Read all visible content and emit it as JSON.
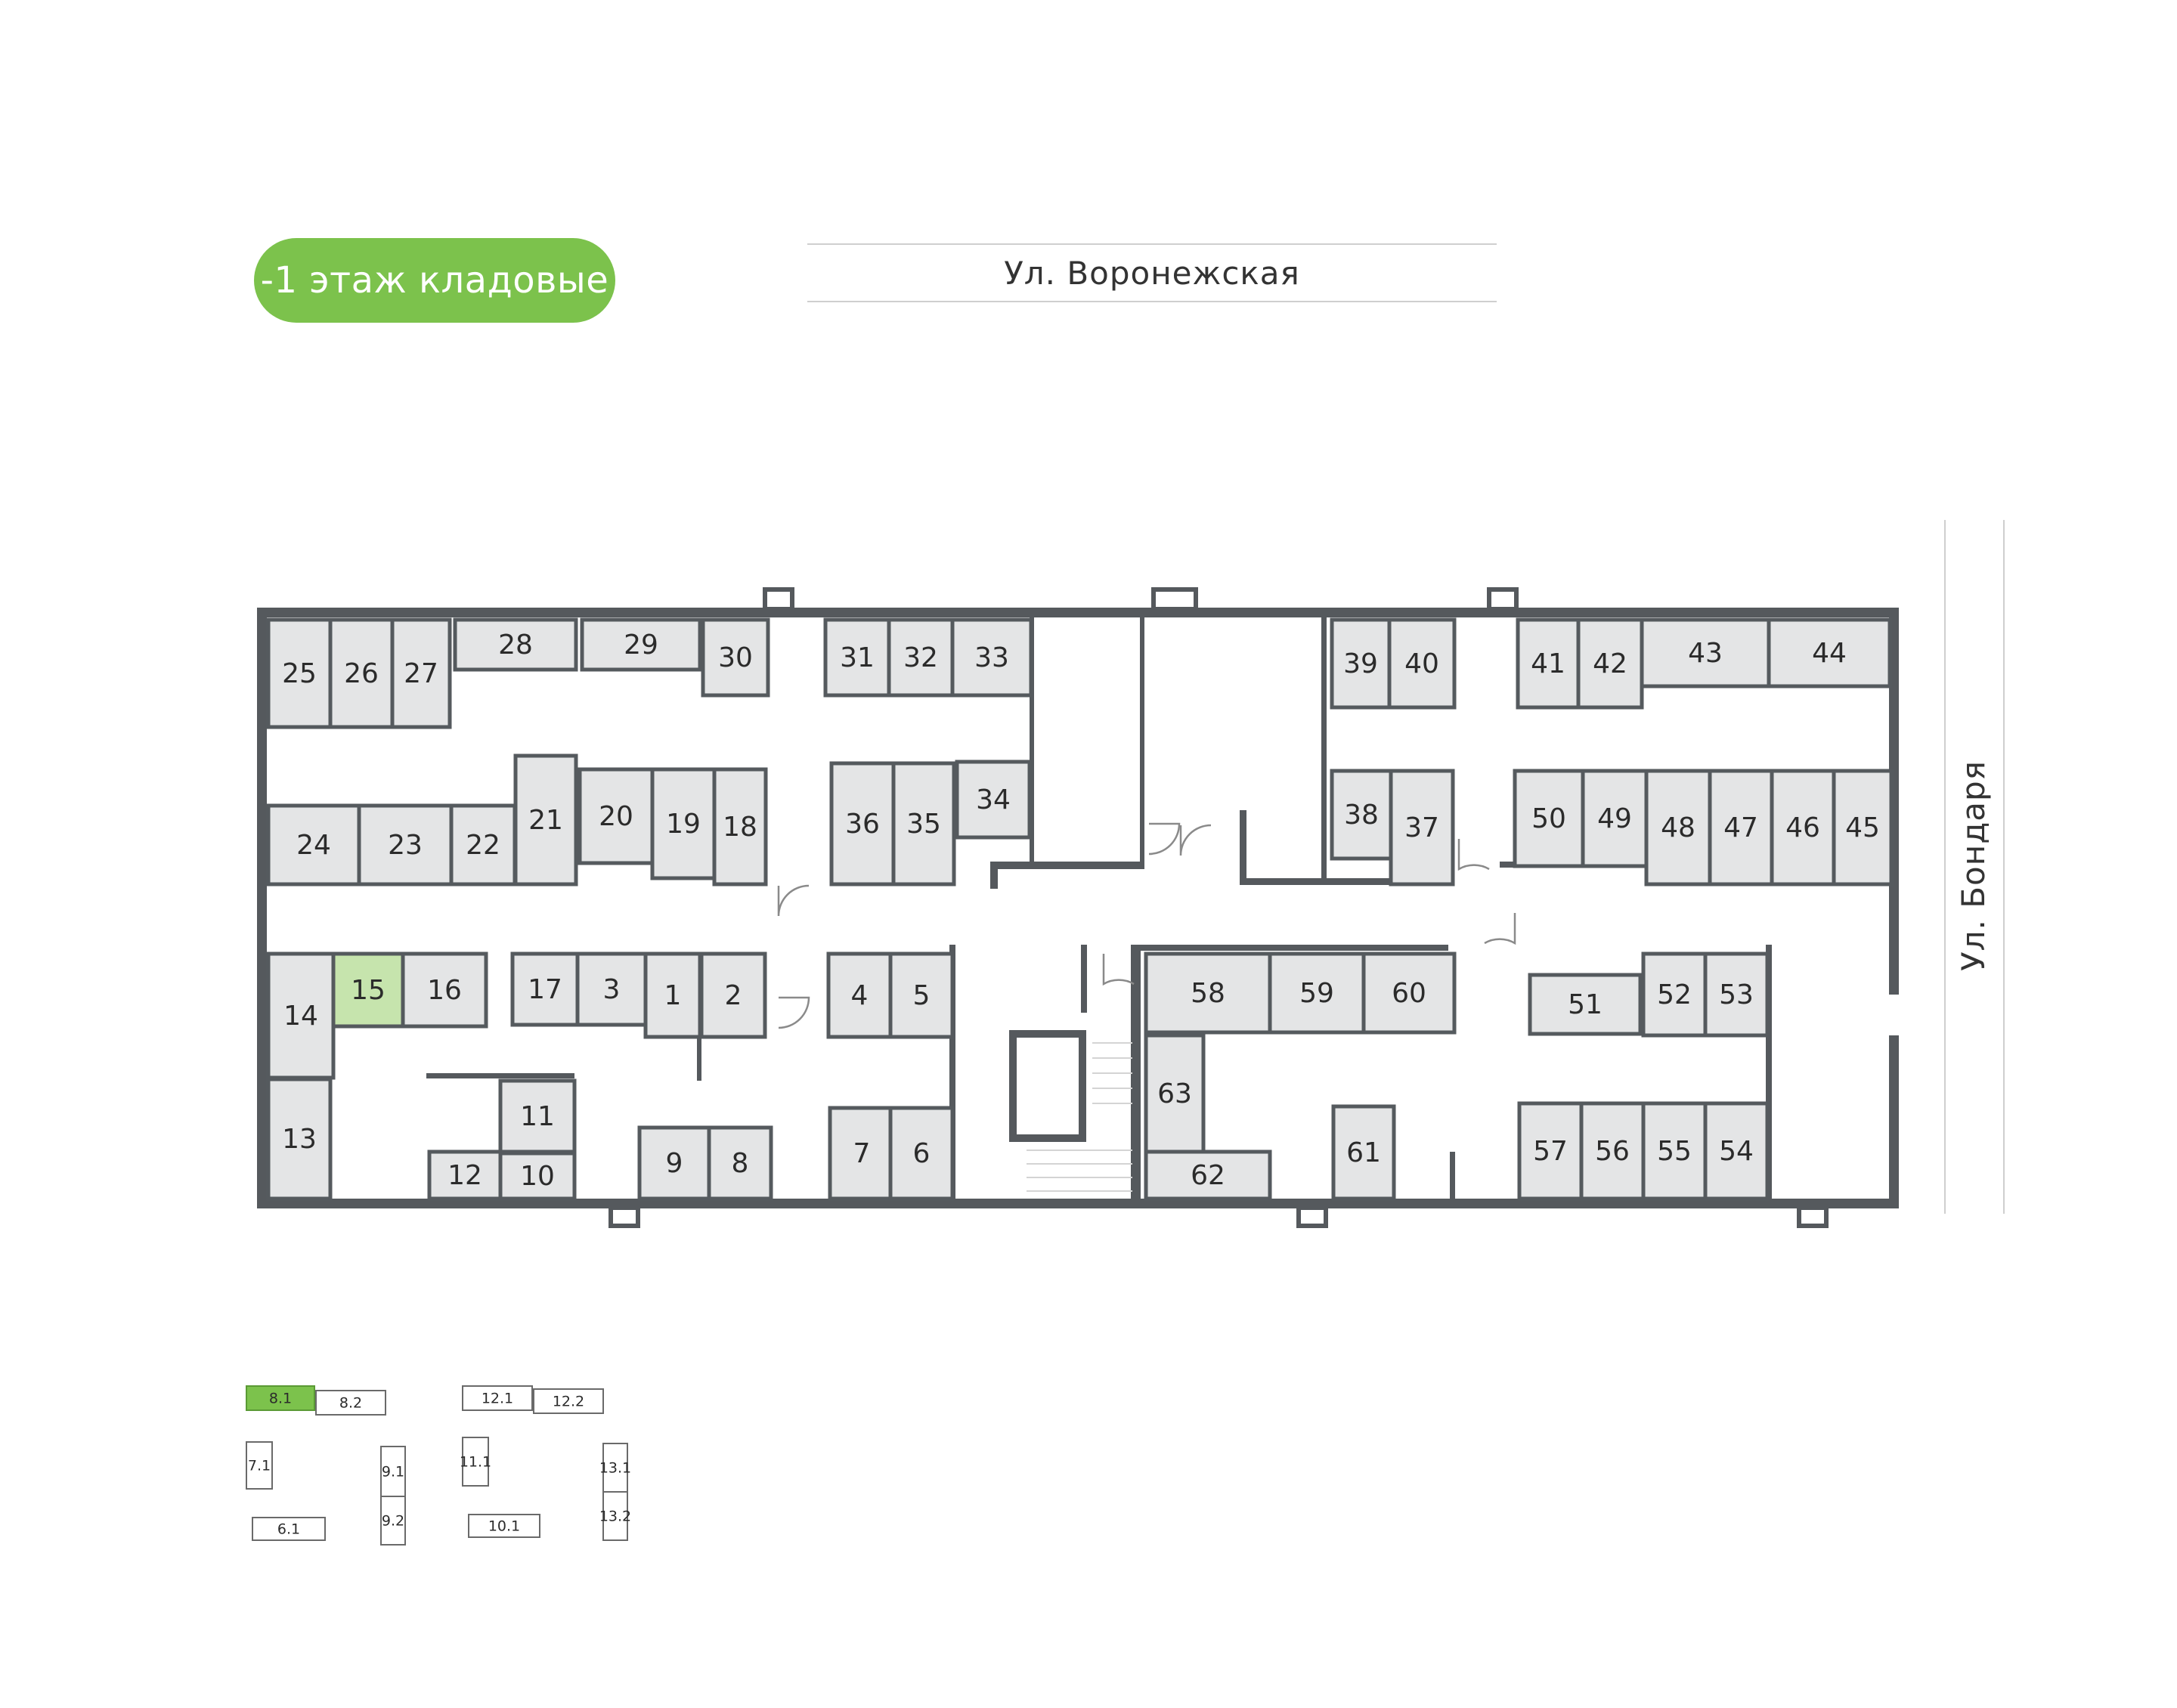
{
  "header": {
    "floor_badge": "-1 этаж кладовые",
    "street_top": "Ул. Воронежская",
    "street_right": "Ул. Бондаря"
  },
  "colors": {
    "accent": "#7cc24c",
    "selected_room": "#c6e4ad",
    "room_fill": "#e4e5e6",
    "wall": "#55595d"
  },
  "selected_room": "15",
  "rooms": [
    "1",
    "2",
    "3",
    "4",
    "5",
    "6",
    "7",
    "8",
    "9",
    "10",
    "11",
    "12",
    "13",
    "14",
    "15",
    "16",
    "17",
    "18",
    "19",
    "20",
    "21",
    "22",
    "23",
    "24",
    "25",
    "26",
    "27",
    "28",
    "29",
    "30",
    "31",
    "32",
    "33",
    "34",
    "35",
    "36",
    "37",
    "38",
    "39",
    "40",
    "41",
    "42",
    "43",
    "44",
    "45",
    "46",
    "47",
    "48",
    "49",
    "50",
    "51",
    "52",
    "53",
    "54",
    "55",
    "56",
    "57",
    "58",
    "59",
    "60",
    "61",
    "62",
    "63"
  ],
  "minimap": {
    "selected": "8.1",
    "labels": [
      "8.1",
      "8.2",
      "12.1",
      "12.2",
      "7.1",
      "9.1",
      "9.2",
      "11.1",
      "13.1",
      "13.2",
      "6.1",
      "10.1"
    ]
  }
}
